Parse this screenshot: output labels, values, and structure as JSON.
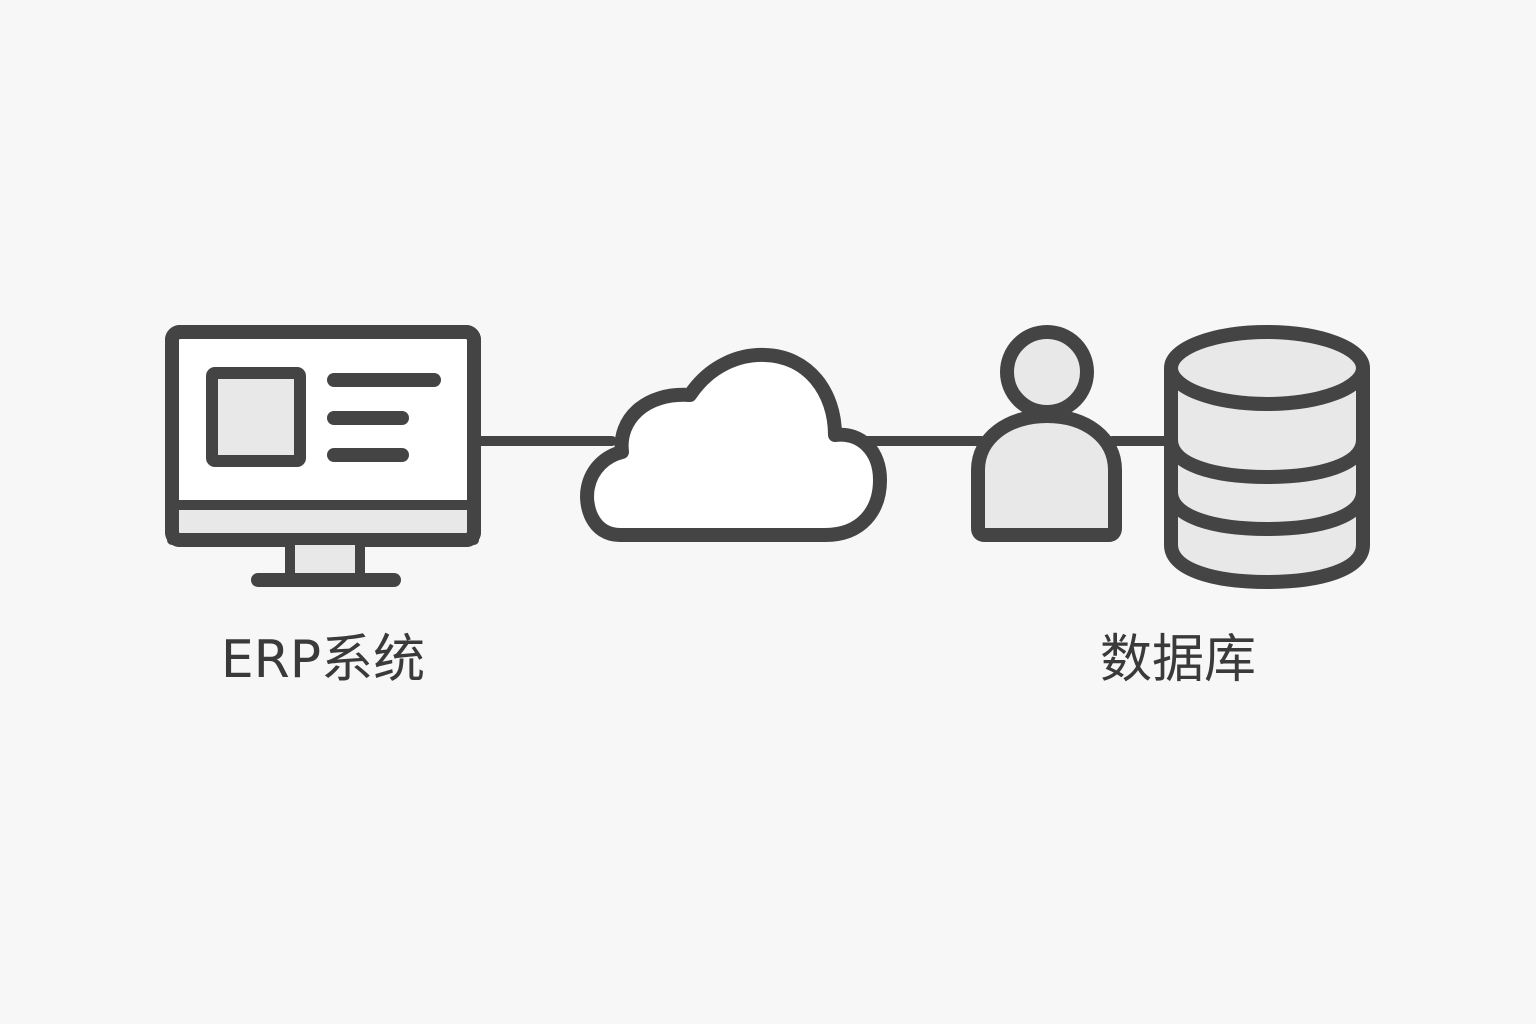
{
  "nodes": {
    "erp_system": {
      "label": "ERP系统",
      "icon": "desktop-monitor-icon"
    },
    "cloud": {
      "icon": "cloud-icon"
    },
    "user": {
      "icon": "user-icon"
    },
    "database": {
      "label": "数据库",
      "icon": "database-icon"
    }
  },
  "connections": [
    {
      "from": "erp_system",
      "to": "cloud"
    },
    {
      "from": "cloud",
      "to": "user"
    },
    {
      "from": "user",
      "to": "database"
    }
  ],
  "colors": {
    "background": "#f7f7f7",
    "stroke": "#444444",
    "fill": "#e8e8e8",
    "cloud_fill": "#ffffff",
    "text": "#3a3a3a"
  }
}
